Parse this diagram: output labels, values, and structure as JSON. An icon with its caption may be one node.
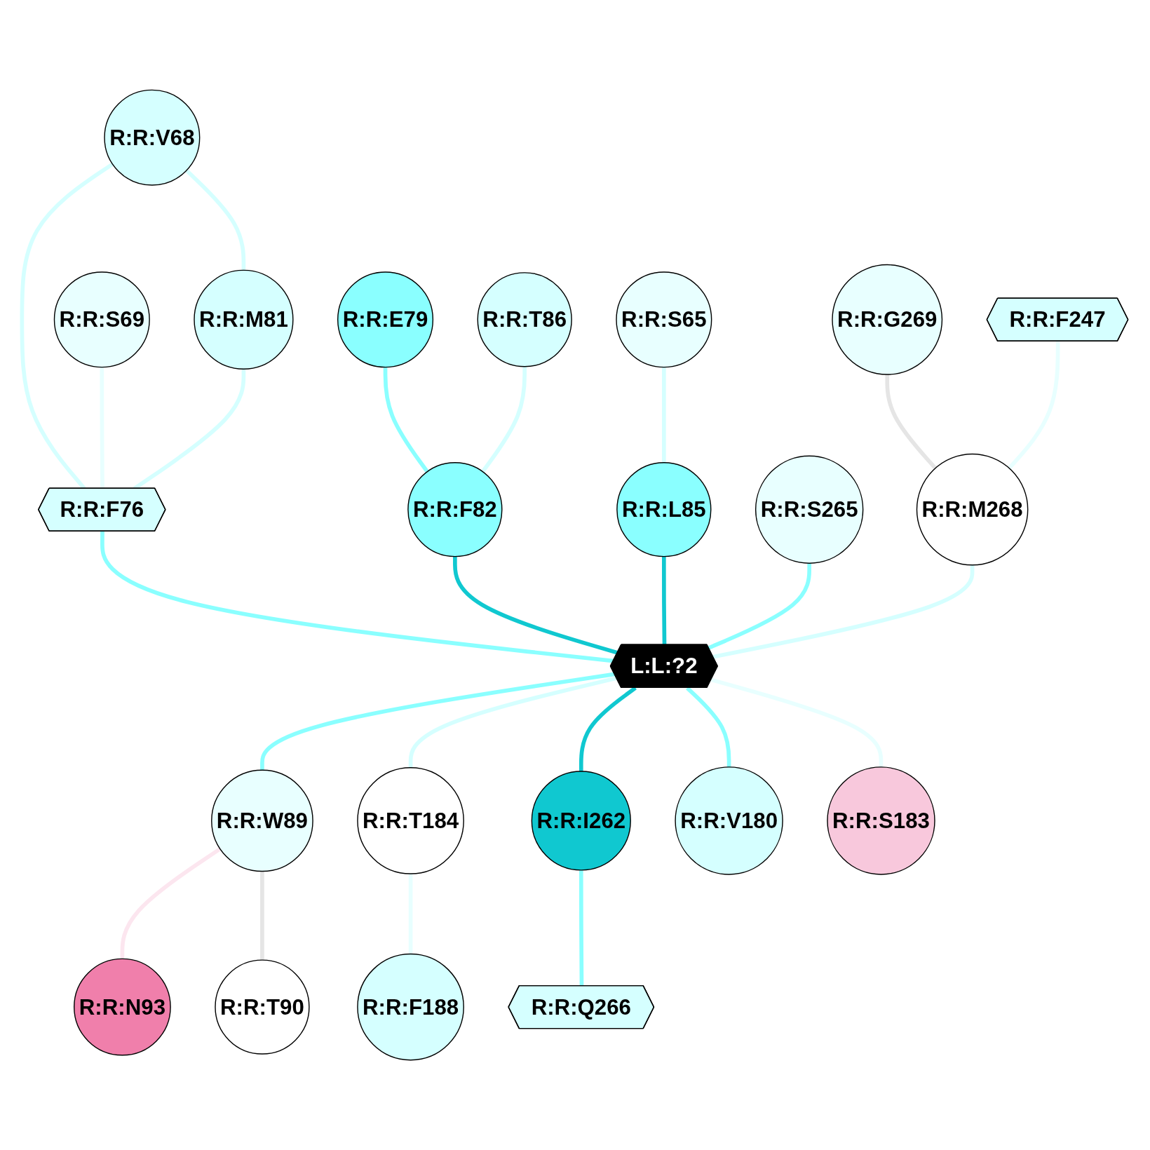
{
  "diagram": {
    "nodes": [
      {
        "text": [
          "R:R:S65"
        ]
      },
      {
        "text": [
          "R:R:F188"
        ]
      },
      {
        "text": [
          "R:R:V68"
        ]
      },
      {
        "text": [
          "R:R:F76"
        ]
      },
      {
        "text": [
          "R:R:G269"
        ]
      },
      {
        "text": [
          "R:R:S69"
        ]
      },
      {
        "text": [
          "R:R:M268"
        ]
      },
      {
        "text": [
          "R:R:F82"
        ]
      },
      {
        "text": [
          "R:R:S265"
        ]
      },
      {
        "text": [
          "R:R:L85"
        ]
      },
      {
        "text": [
          "R:R:Q266"
        ]
      },
      {
        "text": [
          "L:L:?2"
        ]
      },
      {
        "text": [
          "R:R:M81"
        ]
      },
      {
        "text": [
          "R:R:I262"
        ]
      },
      {
        "text": [
          "R:R:W89"
        ]
      },
      {
        "text": [
          "R:R:T184"
        ]
      },
      {
        "text": [
          "R:R:V180"
        ]
      },
      {
        "text": [
          "R:R:F247"
        ]
      },
      {
        "text": [
          "R:R:E79"
        ]
      },
      {
        "text": [
          "R:R:S183"
        ]
      },
      {
        "text": [
          "R:R:N93"
        ]
      },
      {
        "text": [
          "R:R:T86"
        ]
      },
      {
        "text": [
          "R:R:T90"
        ]
      }
    ],
    "edges": [
      {
        "from": 3,
        "to": 11,
        "arrow": "none",
        "color": "#8affff"
      },
      {
        "from": 7,
        "to": 11,
        "arrow": "none",
        "color": "#10c8d0"
      },
      {
        "from": 9,
        "to": 11,
        "arrow": "none",
        "color": "#10c8d0"
      },
      {
        "from": 11,
        "to": 14,
        "arrow": "none",
        "color": "#8affff"
      },
      {
        "from": 11,
        "to": 16,
        "arrow": "none",
        "color": "#8affff"
      },
      {
        "from": 11,
        "to": 19,
        "arrow": "none",
        "color": "#e8ffff"
      },
      {
        "from": 11,
        "to": 15,
        "arrow": "none"
      },
      {
        "from": 11,
        "to": 13,
        "arrow": "none",
        "color": "#10c8d0"
      },
      {
        "from": 8,
        "to": 11,
        "arrow": "none",
        "color": "#8affff"
      },
      {
        "from": 6,
        "to": 11,
        "arrow": "none"
      },
      {
        "from": 0,
        "to": 9,
        "arrow": "none"
      },
      {
        "from": 2,
        "to": 3,
        "arrow": "none"
      },
      {
        "from": 2,
        "to": 12,
        "arrow": "none"
      },
      {
        "from": 5,
        "to": 3,
        "arrow": "none",
        "color": "#e8ffff"
      },
      {
        "from": 12,
        "to": 3,
        "arrow": "none"
      },
      {
        "from": 18,
        "to": 7,
        "arrow": "none",
        "color": "#8affff"
      },
      {
        "from": 21,
        "to": 7,
        "arrow": "none"
      },
      {
        "from": 4,
        "to": 6,
        "arrow": "none",
        "color": "#e5e5e5"
      },
      {
        "from": 17,
        "to": 6,
        "arrow": "none",
        "color": "#e8ffff"
      },
      {
        "from": 15,
        "to": 1,
        "arrow": "none",
        "color": "#e8ffff"
      },
      {
        "from": 13,
        "to": 10,
        "arrow": "none",
        "color": "#8affff"
      },
      {
        "from": 14,
        "to": 20,
        "arrow": "none",
        "color": "#fce6ef"
      },
      {
        "from": 14,
        "to": 22,
        "arrow": "none",
        "color": "#e5e5e5"
      }
    ]
  }
}
